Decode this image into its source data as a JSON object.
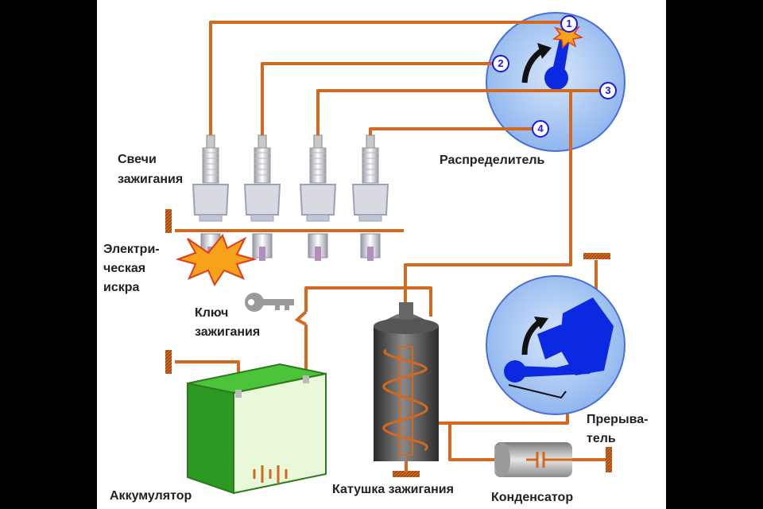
{
  "labels": {
    "plugs": [
      "Свечи",
      "зажигания"
    ],
    "spark": [
      "Электри-",
      "ческая",
      "искра"
    ],
    "distributor": "Распределитель",
    "key": [
      "Ключ",
      "зажигания"
    ],
    "breaker": [
      "Прерыва-",
      "тель"
    ],
    "battery": "Аккумулятор",
    "coil": "Катушка зажигания",
    "condenser": "Конденсатор"
  },
  "distributor_contacts": [
    "1",
    "2",
    "3",
    "4"
  ],
  "icons": [
    "spark-plug-icon",
    "spark-burst-icon",
    "key-icon",
    "battery-icon",
    "ignition-coil-icon",
    "condenser-icon",
    "rotation-arrow-icon",
    "ground-icon"
  ],
  "colors": {
    "wire": "#d2691e",
    "disc": "#a9c8f5",
    "part": "#0b29e0",
    "battery": "#3bbf2b",
    "background": "#ffffff",
    "frame": "#000000"
  }
}
